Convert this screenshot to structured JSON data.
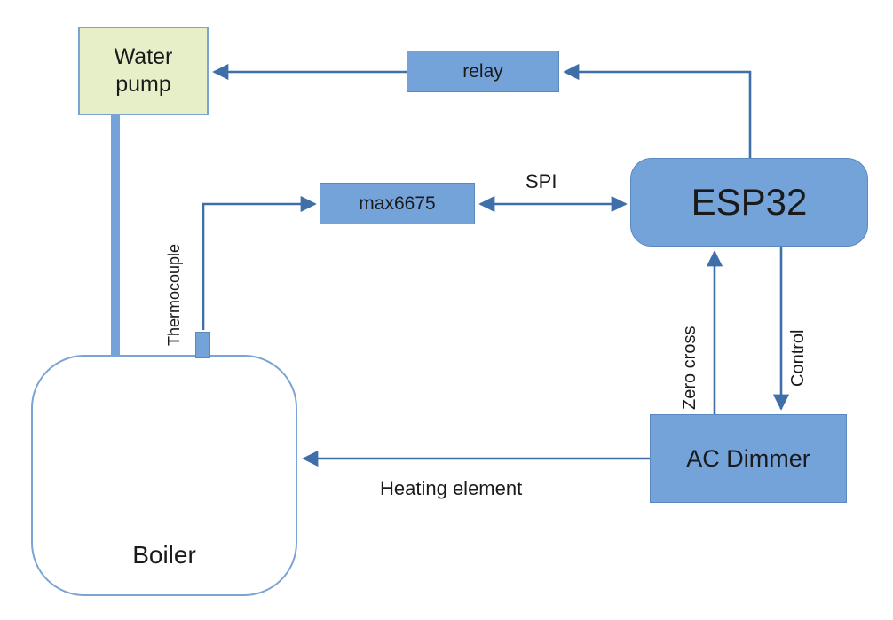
{
  "nodes": {
    "water_pump": "Water pump",
    "relay": "relay",
    "max6675": "max6675",
    "esp32": "ESP32",
    "ac_dimmer": "AC Dimmer",
    "boiler": "Boiler"
  },
  "edge_labels": {
    "spi": "SPI",
    "thermocouple": "Thermocouple",
    "zero_cross": "Zero cross",
    "control": "Control",
    "heating_element": "Heating element"
  },
  "colors": {
    "node_fill": "#74a3d9",
    "node_border": "#5a89c0",
    "water_pump_fill": "#e7efc9",
    "boiler_fill": "#ffffff",
    "boiler_border": "#7ba4d4",
    "arrow": "#3e6fa8",
    "pipe": "#74a3d9",
    "lightning": "#5a8ec5",
    "text": "#1a1a1a"
  }
}
